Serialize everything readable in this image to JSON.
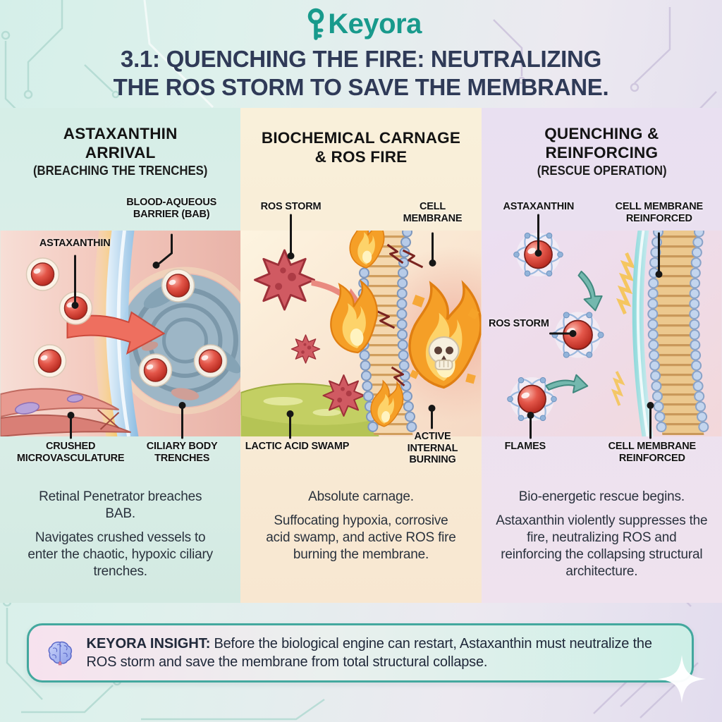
{
  "brand": {
    "name": "Keyora",
    "logo_color": "#189a8c"
  },
  "header": {
    "title_line1": "3.1: QUENCHING THE FIRE: NEUTRALIZING",
    "title_line2": "THE ROS STORM TO SAVE THE MEMBRANE."
  },
  "panels": [
    {
      "heading": "ASTAXANTHIN ARRIVAL",
      "subheading": "(BREACHING THE TRENCHES)",
      "labels": {
        "astaxanthin": "ASTAXANTHIN",
        "bab": "BLOOD-AQUEOUS BARRIER (BAB)",
        "crushed": "CRUSHED MICROVASCULATURE",
        "ciliary": "CILIARY BODY TRENCHES"
      },
      "body": [
        "Retinal Penetrator breaches BAB.",
        "Navigates crushed vessels to enter the chaotic, hypoxic ciliary trenches."
      ]
    },
    {
      "heading": "BIOCHEMICAL CARNAGE & ROS FIRE",
      "subheading": "",
      "labels": {
        "ros_storm": "ROS STORM",
        "cell_membrane": "CELL MEMBRANE",
        "lactic": "LACTIC ACID SWAMP",
        "burning": "ACTIVE INTERNAL BURNING"
      },
      "body": [
        "Absolute carnage.",
        "Suffocating hypoxia, corrosive acid swamp, and active ROS fire burning the membrane."
      ]
    },
    {
      "heading": "QUENCHING & REINFORCING",
      "subheading": "(RESCUE OPERATION)",
      "labels": {
        "astaxanthin": "ASTAXANTHIN",
        "membrane_top": "CELL MEMBRANE REINFORCED",
        "ros_storm": "ROS STORM",
        "flames": "FLAMES",
        "membrane_bottom": "CELL MEMBRANE REINFORCED"
      },
      "body": [
        "Bio-energetic rescue begins.",
        "Astaxanthin violently suppresses the fire, neutralizing ROS and reinforcing the collapsing structural architecture."
      ]
    }
  ],
  "insight": {
    "label": "KEYORA INSIGHT:",
    "text": "Before the biological engine can restart, Astaxanthin must neutralize the ROS storm and save the membrane from total structural collapse."
  },
  "icons": {
    "key": "key-icon",
    "brain": "brain-icon",
    "skull": "skull-icon",
    "flame": "flame-icon",
    "sparkle": "sparkle-icon"
  },
  "colors": {
    "brand_teal": "#189a8c",
    "title_navy": "#2f3a57",
    "insight_border": "#43a89e",
    "astaxanthin_red": "#c5291f",
    "ros_red": "#d05a62",
    "flame_orange": "#f59f27",
    "membrane_blue": "#a9c0e6",
    "swamp_green": "#c3cf63"
  }
}
